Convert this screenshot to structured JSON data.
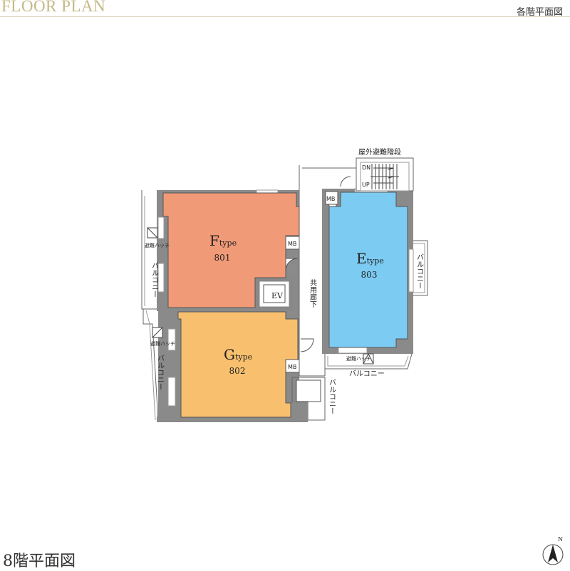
{
  "header": {
    "title": "FLOOR PLAN",
    "subtitle": "各階平面図"
  },
  "units": {
    "f": {
      "letter": "F",
      "type": "type",
      "number": "801",
      "color": "#f09a77"
    },
    "g": {
      "letter": "G",
      "type": "type",
      "number": "802",
      "color": "#f8c06e"
    },
    "e": {
      "letter": "E",
      "type": "type",
      "number": "803",
      "color": "#7ccbf2"
    }
  },
  "labels": {
    "mb": "MB",
    "ev": "EV",
    "corridor": "共用廊下",
    "balcony": "バルコニー",
    "escape_hatch": "避難ハッチ",
    "outdoor_stairs": "屋外避難階段",
    "dn": "DN",
    "up": "UP",
    "north": "N"
  },
  "floor_label": "8階平面図"
}
